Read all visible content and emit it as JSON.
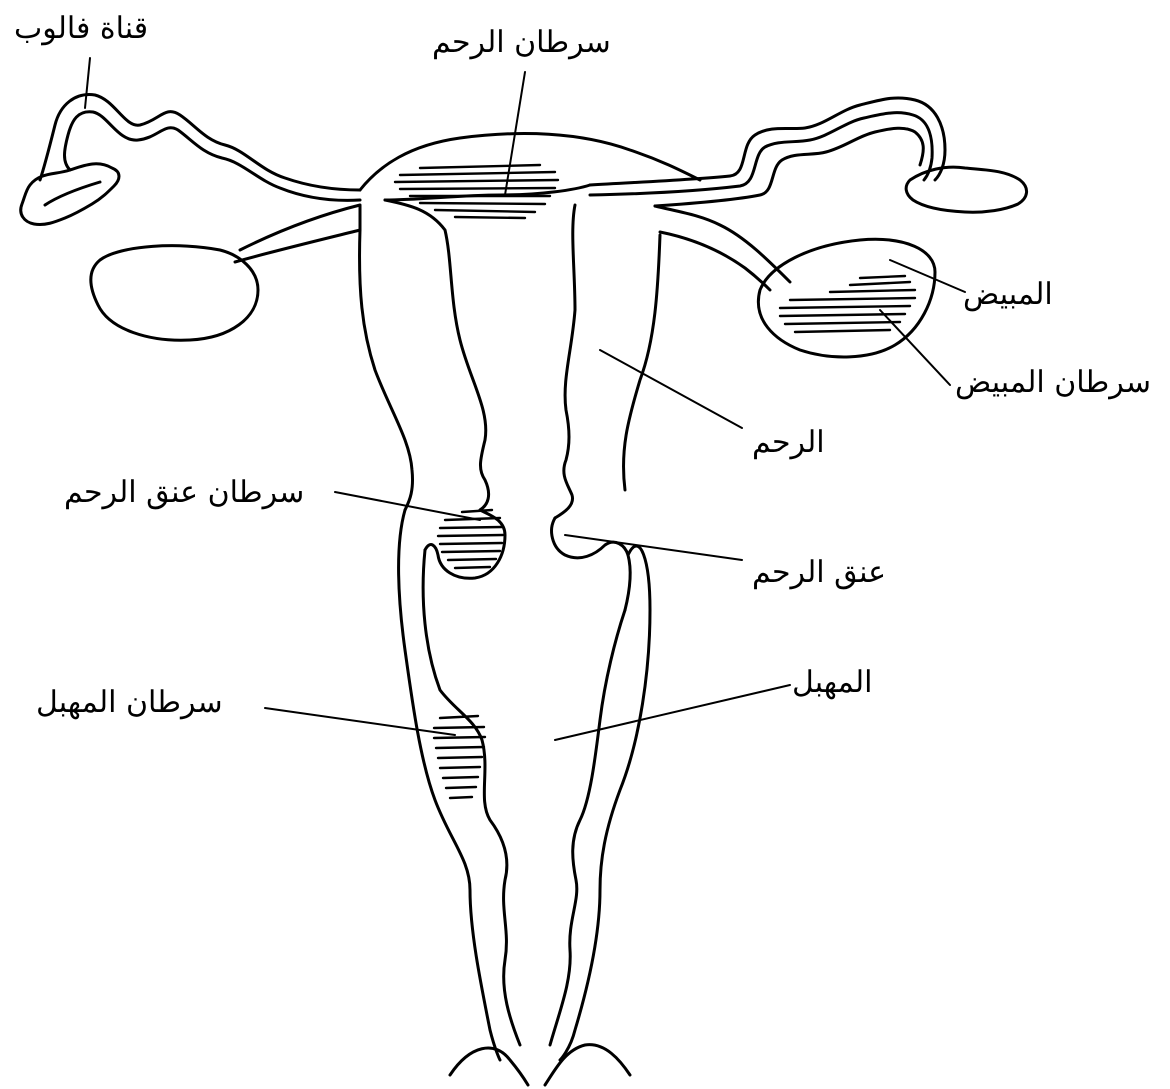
{
  "labels": {
    "fallopian_tube": "قناة فالوب",
    "uterine_cancer": "سرطان الرحم",
    "ovary": "المبيض",
    "ovarian_cancer": "سرطان المبيض",
    "uterus": "الرحم",
    "cervical_cancer": "سرطان عنق الرحم",
    "cervix": "عنق الرحم",
    "vagina": "المهبل",
    "vaginal_cancer": "سرطان المهبل"
  }
}
